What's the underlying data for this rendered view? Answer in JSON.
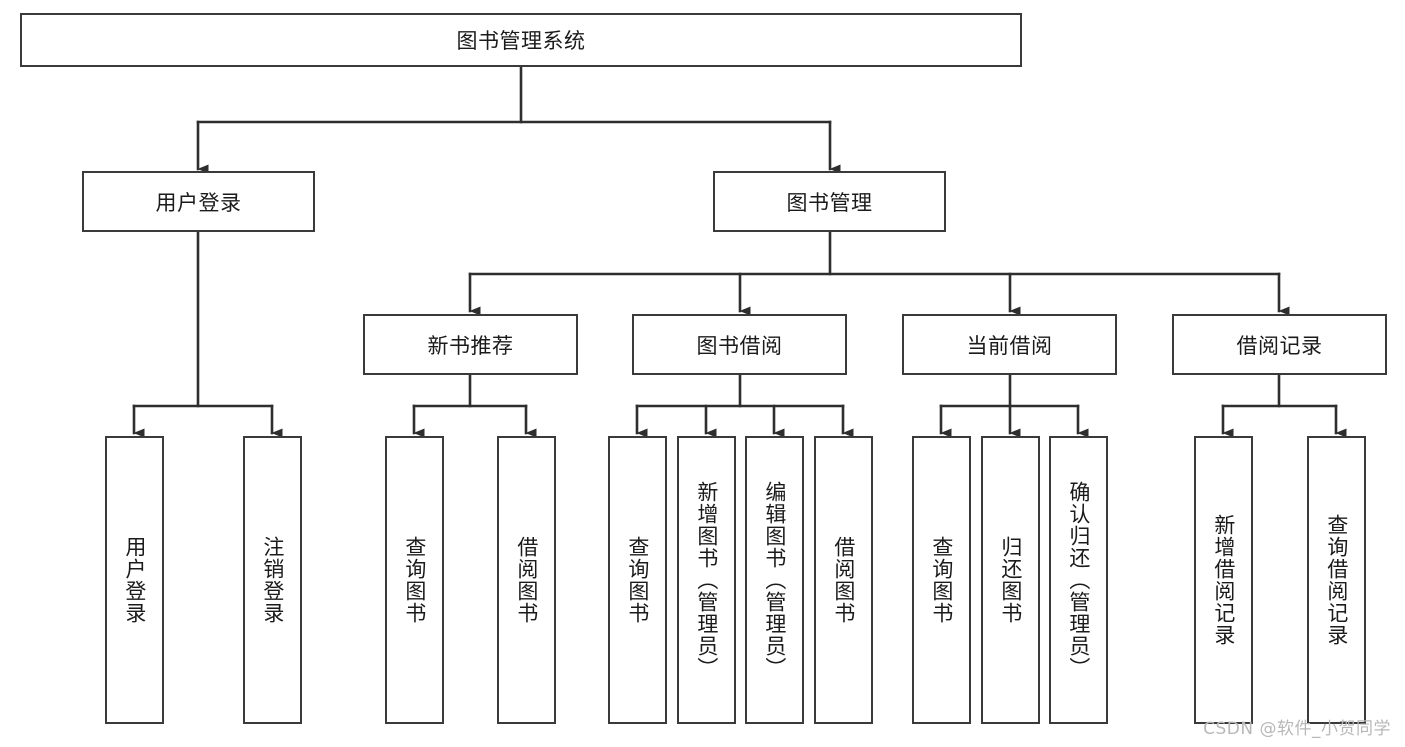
{
  "diagram": {
    "title": "图书管理系统",
    "type": "功能结构图",
    "watermark": "CSDN @软件_小贺同学",
    "colors": {
      "box_border": "#3a3a3a",
      "box_fill": "#ffffff",
      "line": "#2e2e2e",
      "text": "#1b1b1b",
      "watermark": "#b8b8b8",
      "background": "#ffffff"
    },
    "root": {
      "label": "图书管理系统"
    },
    "level2": [
      {
        "label": "用户登录"
      },
      {
        "label": "图书管理"
      }
    ],
    "level3": [
      {
        "label": "新书推荐"
      },
      {
        "label": "图书借阅"
      },
      {
        "label": "当前借阅"
      },
      {
        "label": "借阅记录"
      }
    ],
    "leaves": {
      "user_login": [
        {
          "label": "用户登录"
        },
        {
          "label": "注销登录"
        }
      ],
      "new_book": [
        {
          "label": "查询图书"
        },
        {
          "label": "借阅图书"
        }
      ],
      "book_borrow": [
        {
          "label": "查询图书"
        },
        {
          "label": "新增图书（管理员）"
        },
        {
          "label": "编辑图书（管理员）"
        },
        {
          "label": "借阅图书"
        }
      ],
      "current_borrow": [
        {
          "label": "查询图书"
        },
        {
          "label": "归还图书"
        },
        {
          "label": "确认归还（管理员）"
        }
      ],
      "borrow_record": [
        {
          "label": "新增借阅记录"
        },
        {
          "label": "查询借阅记录"
        }
      ]
    }
  }
}
